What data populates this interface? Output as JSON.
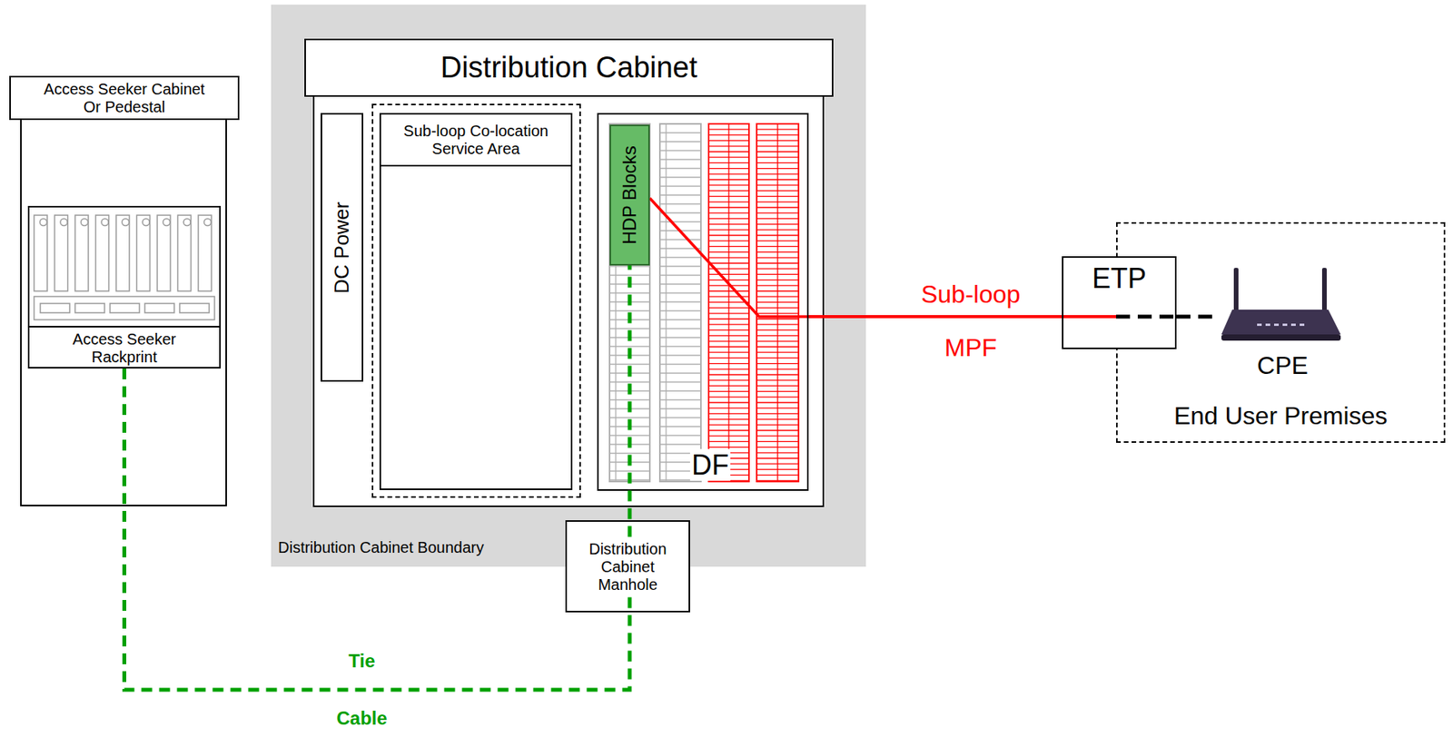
{
  "diagram": {
    "nodes": [
      {
        "text": [
          "Access Seeker Cabinet Or Pedestal"
        ]
      },
      {
        "text": [
          "Access Seeker Rackprint"
        ],
        "in": 0
      },
      {
        "text": [
          "Distribution Cabinet Boundary"
        ]
      },
      {
        "text": [
          "Distribution Cabinet"
        ],
        "in": 2
      },
      {
        "text": [
          "DC Power"
        ],
        "in": 3
      },
      {
        "text": [
          "Sub-loop Co-location Service Area"
        ],
        "in": 3
      },
      {
        "text": [
          "DF"
        ],
        "in": 3
      },
      {
        "text": [
          "HDP Blocks"
        ],
        "in": 6
      },
      {
        "text": [
          "Distribution Cabinet Manhole"
        ]
      },
      {
        "text": [
          "ETP"
        ]
      },
      {
        "text": [
          "End User Premises"
        ]
      },
      {
        "text": [
          "CPE"
        ],
        "in": 10
      }
    ],
    "edges": [
      {
        "from": 1,
        "to": 7,
        "arrow": "none",
        "label": "Tie Cable"
      },
      {
        "from": 6,
        "to": 9,
        "arrow": "none",
        "label": "Sub-loop"
      },
      {
        "from": 9,
        "to": 11,
        "arrow": "none"
      }
    ],
    "labels": [
      "MPF"
    ]
  }
}
